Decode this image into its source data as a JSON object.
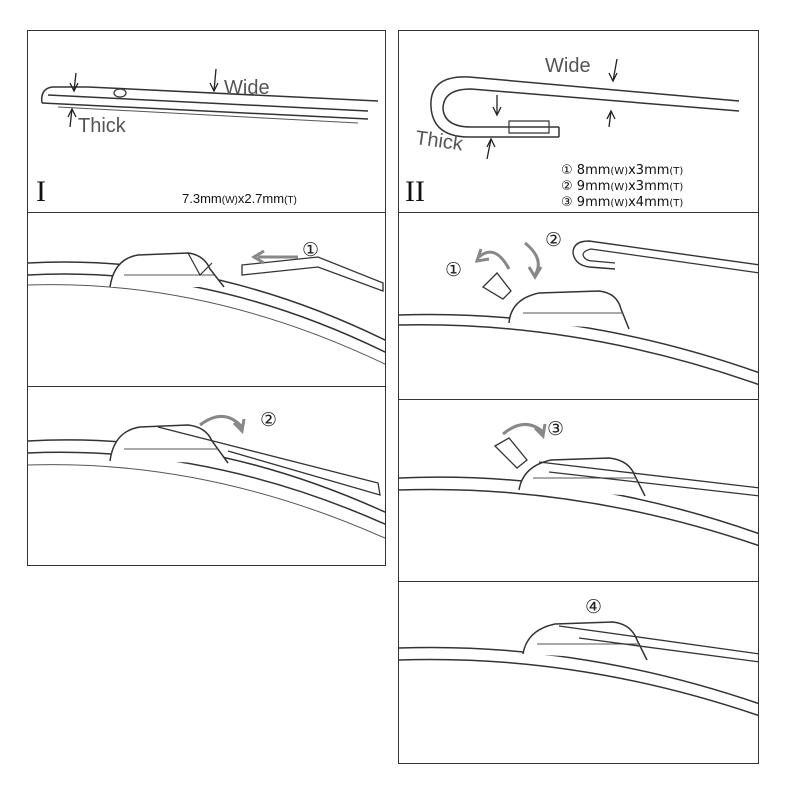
{
  "section_I": {
    "numeral": "I",
    "label_wide": "Wide",
    "label_thick": "Thick",
    "spec_main": "7.3mm",
    "spec_w": "(W)",
    "spec_x": "x2.7mm",
    "spec_t": "(T)",
    "step_1": "①",
    "step_2": "②"
  },
  "section_II": {
    "numeral": "II",
    "label_wide": "Wide",
    "label_thick": "Thick",
    "specs": [
      {
        "num": "①",
        "w": "8mm",
        "wu": "(W)",
        "t": "x3mm",
        "tu": "(T)"
      },
      {
        "num": "②",
        "w": "9mm",
        "wu": "(W)",
        "t": "x3mm",
        "tu": "(T)"
      },
      {
        "num": "③",
        "w": "9mm",
        "wu": "(W)",
        "t": "x4mm",
        "tu": "(T)"
      }
    ],
    "step_1": "①",
    "step_2": "②",
    "step_3": "③",
    "step_4": "④"
  }
}
